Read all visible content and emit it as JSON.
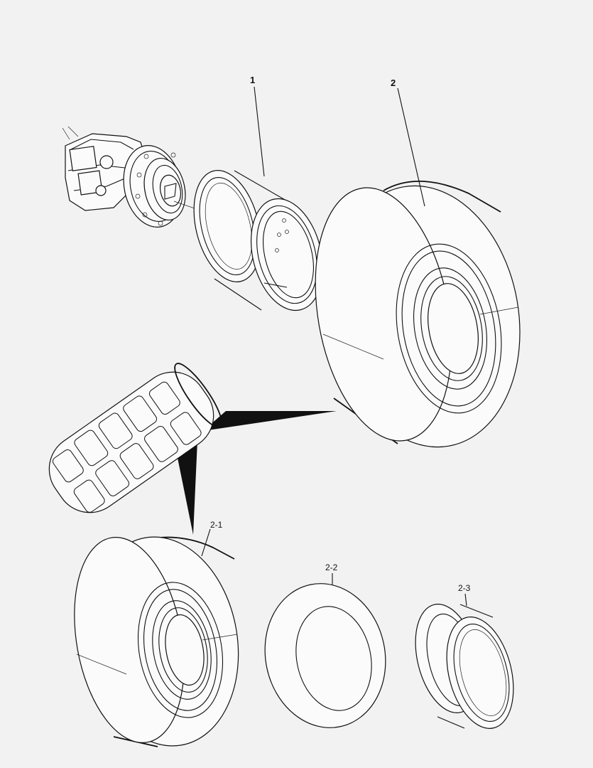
{
  "callouts": {
    "wheel_rim": "1",
    "tire_assembly": "2",
    "tire": "2-1",
    "inner_tube": "2-2",
    "flap": "2-3"
  }
}
